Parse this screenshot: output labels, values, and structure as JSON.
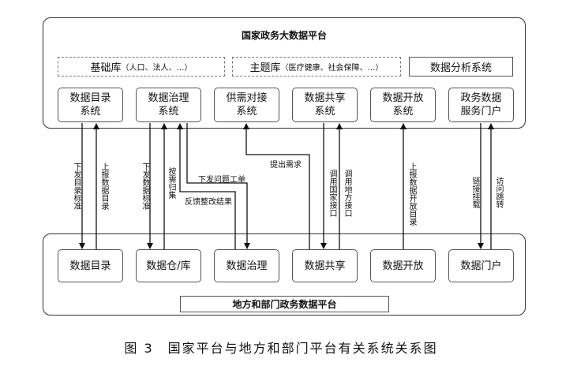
{
  "national_platform": {
    "title": "国家政务大数据平台",
    "libraries": {
      "base": {
        "name": "基础库",
        "detail": "（人口、法人、…）"
      },
      "theme": {
        "name": "主题库",
        "detail": "（医疗健康、社会保障、…）"
      },
      "analysis": "数据分析系统"
    },
    "systems": [
      {
        "line1": "数据目录",
        "line2": "系统"
      },
      {
        "line1": "数据治理",
        "line2": "系统"
      },
      {
        "line1": "供需对接",
        "line2": "系统"
      },
      {
        "line1": "数据共享",
        "line2": "系统"
      },
      {
        "line1": "数据开放",
        "line2": "系统"
      },
      {
        "line1": "政务数据",
        "line2": "服务门户"
      }
    ]
  },
  "local_platform": {
    "title": "地方和部门政务数据平台",
    "modules": [
      "数据目录",
      "数据仓/库",
      "数据治理",
      "数据共享",
      "数据开放",
      "数据门户"
    ]
  },
  "flows": {
    "catalog_down": "下发目录标准",
    "catalog_up": "上报数据目录",
    "gov_down_std": "下发数据标准",
    "gov_collect": "按需归集",
    "issue_order": "下发问题工单",
    "feedback": "反馈整改结果",
    "demand": "提出需求",
    "call_national": "调用国家接口",
    "call_local": "调用地方接口",
    "open_up": "上报数据开放目录",
    "portal_link": "链接挂载",
    "portal_visit": "访问跳转"
  },
  "caption": "图 3　国家平台与地方和部门平台有关系统关系图"
}
